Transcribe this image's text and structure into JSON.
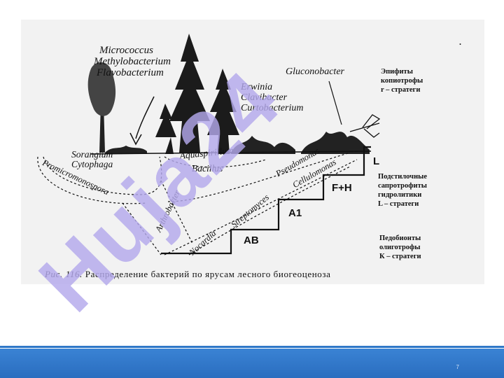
{
  "figure": {
    "top_bacteria": [
      "Micrococcus",
      "Methylobacterium",
      "Flavobacterium"
    ],
    "middle_bacteria": [
      "Erwinia",
      "Clavibacter",
      "Curtobacterium"
    ],
    "gluconobacter": "Gluconobacter",
    "soil_bacteria": {
      "sorangium": "Sorangium",
      "cytophaga": "Cytophaga",
      "aquaspirillum": "Aquaspirillum",
      "promicromonospora": "Promicromonospora",
      "bacillus": "Bacillus",
      "pseudomonas": "Pseudomonas",
      "cellulomonas": "Cellulomonas",
      "arthrobacter": "Arthrobacter",
      "streptomyces": "Streptomyces",
      "nocardia": "Nocardia"
    },
    "horizons": [
      "L",
      "F+H",
      "A1",
      "AB"
    ],
    "groups": [
      [
        "Эпифиты",
        "копиотрофы",
        "r – стратеги"
      ],
      [
        "Подстилочные",
        "сапротрофиты",
        "гидролитики",
        "L – стратеги"
      ],
      [
        "Педобионты",
        "олиготрофы",
        "К – стратеги"
      ]
    ],
    "corner_mark": "."
  },
  "caption": {
    "prefix": "Рис. 116.",
    "text": "Распределение бактерий по ярусам лесного биогеоценоза"
  },
  "watermark": {
    "text": "Huja24",
    "color": "#b3a8ec"
  },
  "footer": {
    "page_number": "7",
    "color": "#2f78c8"
  }
}
